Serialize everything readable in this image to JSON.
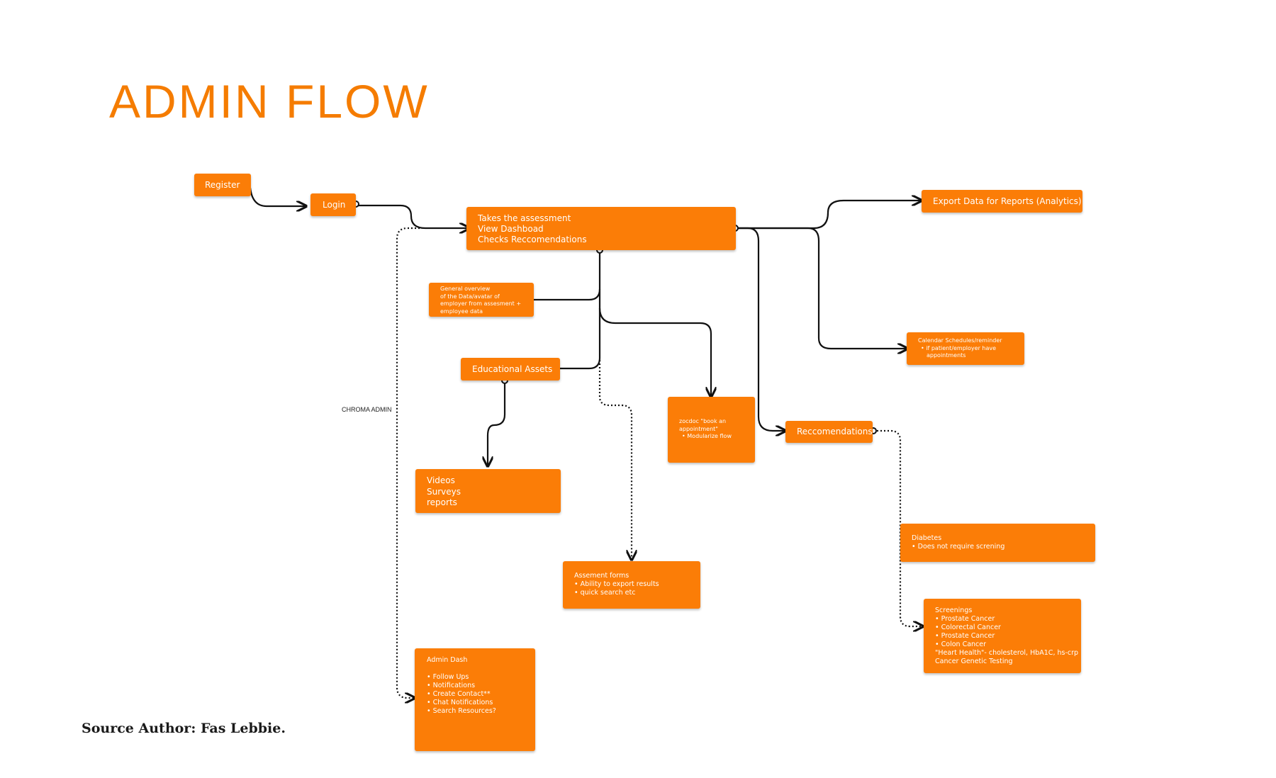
{
  "title": "ADMIN FLOW",
  "source": "Source Author: Fas Lebbie.",
  "side_label": "CHROMA ADMIN",
  "nodes": {
    "register": {
      "lines": [
        "Register"
      ]
    },
    "login": {
      "lines": [
        "Login"
      ]
    },
    "assessment": {
      "lines": [
        "Takes the  assessment",
        "View Dashboad",
        "Checks Reccomendations"
      ]
    },
    "export": {
      "lines": [
        "Export Data for Reports (Analytics)"
      ]
    },
    "overview": {
      "lines": [
        "General overview",
        "of the Data/avatar of",
        "employer from assesment +",
        "employee data"
      ]
    },
    "calendar": {
      "title": "Calendar Schedules/reminder",
      "bullets": [
        "if patient/employer have",
        "appointments"
      ]
    },
    "educational": {
      "lines": [
        "Educational Assets"
      ]
    },
    "zocdoc": {
      "lines": [
        "zocdoc \"book an",
        "appointment\""
      ],
      "bullets": [
        "Modularize flow"
      ]
    },
    "recommendations": {
      "lines": [
        "Reccomendations"
      ]
    },
    "videos": {
      "lines": [
        "Videos",
        "Surveys",
        "reports"
      ]
    },
    "diabetes": {
      "title": "Diabetes",
      "bullets": [
        "Does not require screning"
      ]
    },
    "assessment_forms": {
      "title": "Assement forms",
      "bullets": [
        "Ability to export results",
        "quick search etc"
      ]
    },
    "screenings": {
      "title": "Screenings",
      "bullets": [
        "Prostate Cancer",
        "Colorectal Cancer",
        "Prostate Cancer",
        "Colon Cancer"
      ],
      "extra": [
        "\"Heart Health\"- cholesterol, HbA1C, hs-crp",
        "Cancer Genetic Testing"
      ]
    },
    "admin_dash": {
      "title": "Admin Dash",
      "bullets": [
        "Follow Ups",
        "Notifications",
        "Create Contact**",
        "Chat Notifications",
        "Search Resources?"
      ]
    }
  }
}
